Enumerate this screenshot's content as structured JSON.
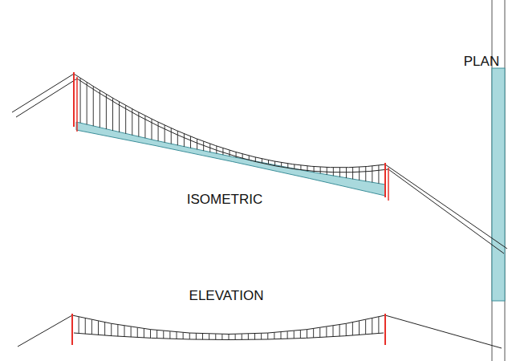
{
  "diagram": {
    "labels": [
      "PLAN",
      "ISOMETRIC",
      "ELEVATION"
    ]
  }
}
